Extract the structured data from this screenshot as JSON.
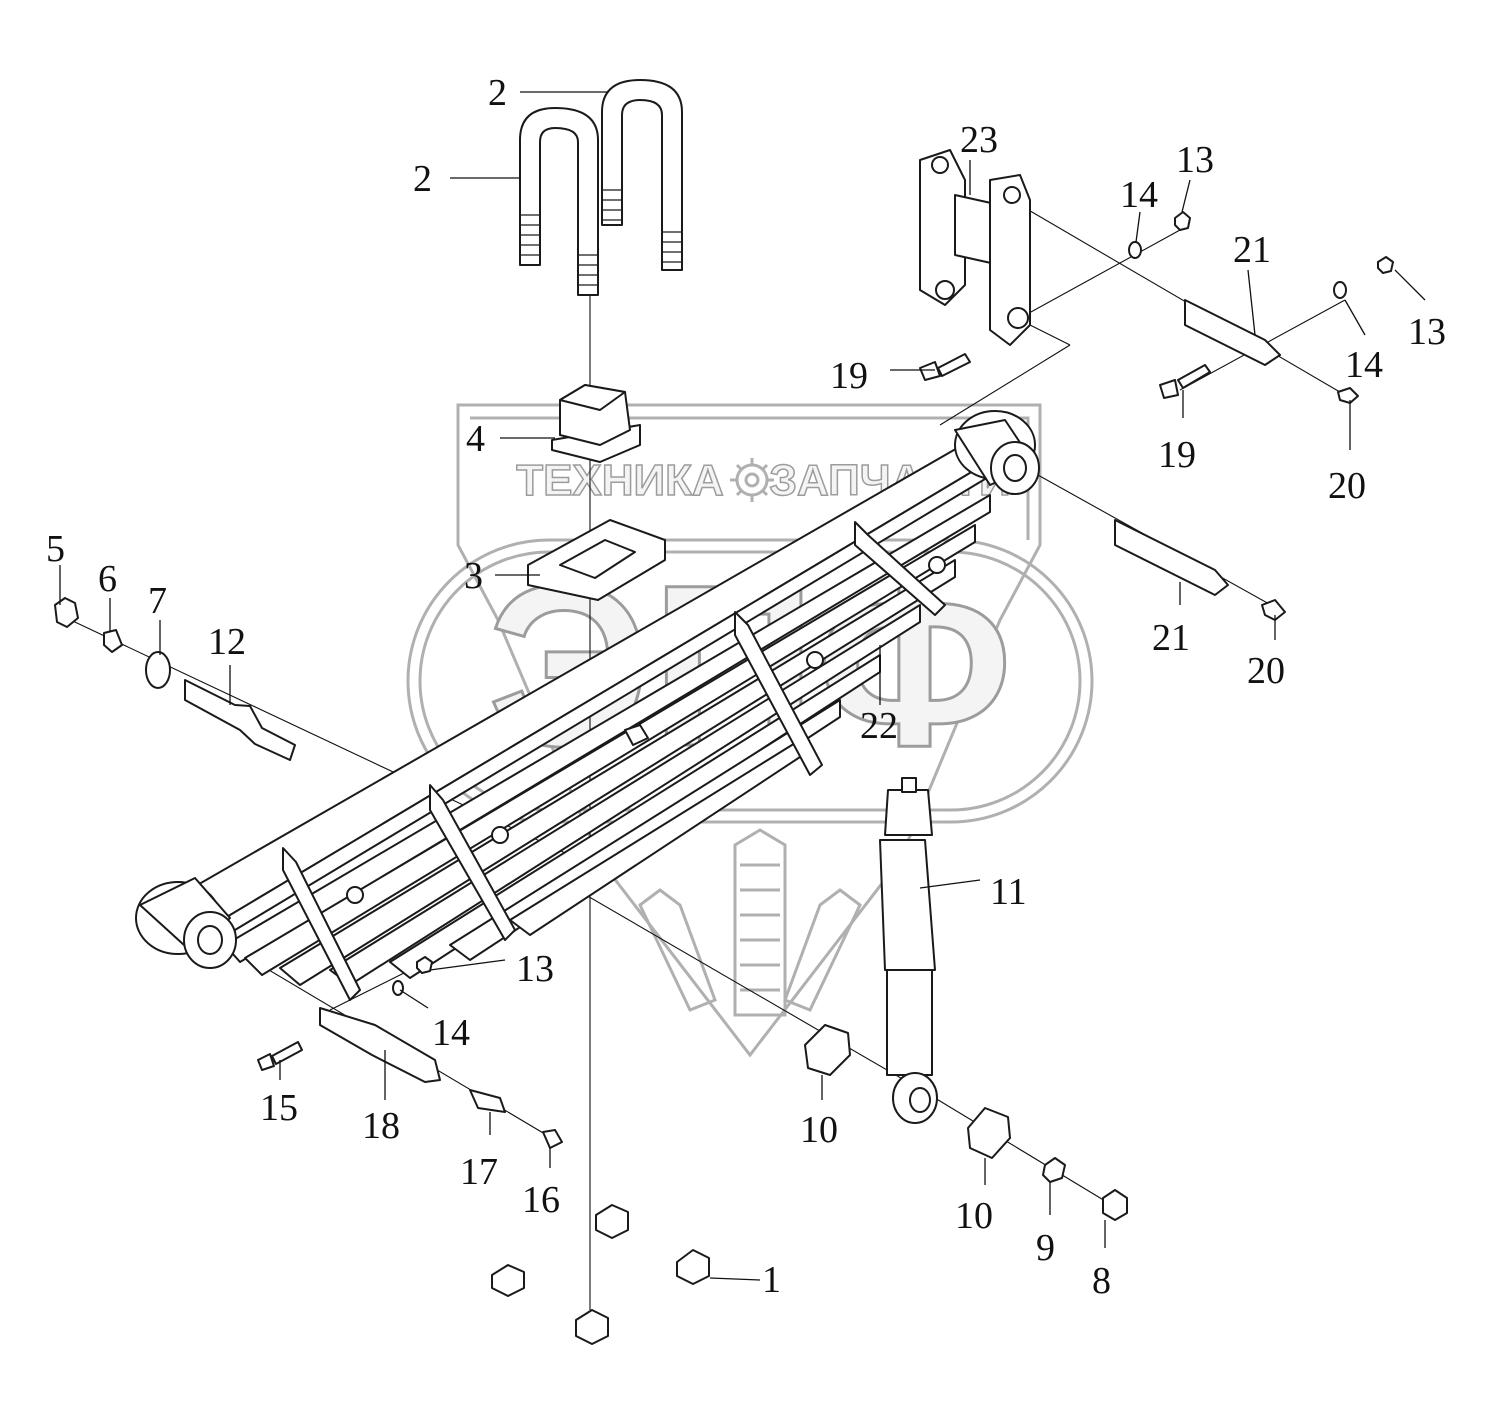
{
  "watermark": {
    "top_left": "ТЕХНИКА",
    "top_right": "ЗАПЧАСТИ",
    "big": "ЭПФ",
    "gear_icon": "gear-icon"
  },
  "callouts": [
    {
      "id": "c1",
      "text": "1"
    },
    {
      "id": "c2a",
      "text": "2"
    },
    {
      "id": "c2b",
      "text": "2"
    },
    {
      "id": "c3",
      "text": "3"
    },
    {
      "id": "c4",
      "text": "4"
    },
    {
      "id": "c5",
      "text": "5"
    },
    {
      "id": "c6",
      "text": "6"
    },
    {
      "id": "c7",
      "text": "7"
    },
    {
      "id": "c8",
      "text": "8"
    },
    {
      "id": "c9",
      "text": "9"
    },
    {
      "id": "c10a",
      "text": "10"
    },
    {
      "id": "c10b",
      "text": "10"
    },
    {
      "id": "c11",
      "text": "11"
    },
    {
      "id": "c12",
      "text": "12"
    },
    {
      "id": "c13a",
      "text": "13"
    },
    {
      "id": "c13b",
      "text": "13"
    },
    {
      "id": "c13c",
      "text": "13"
    },
    {
      "id": "c14a",
      "text": "14"
    },
    {
      "id": "c14b",
      "text": "14"
    },
    {
      "id": "c14c",
      "text": "14"
    },
    {
      "id": "c15",
      "text": "15"
    },
    {
      "id": "c16",
      "text": "16"
    },
    {
      "id": "c17",
      "text": "17"
    },
    {
      "id": "c18",
      "text": "18"
    },
    {
      "id": "c19a",
      "text": "19"
    },
    {
      "id": "c19b",
      "text": "19"
    },
    {
      "id": "c20a",
      "text": "20"
    },
    {
      "id": "c20b",
      "text": "20"
    },
    {
      "id": "c21a",
      "text": "21"
    },
    {
      "id": "c21b",
      "text": "21"
    },
    {
      "id": "c22",
      "text": "22"
    },
    {
      "id": "c23",
      "text": "23"
    }
  ]
}
